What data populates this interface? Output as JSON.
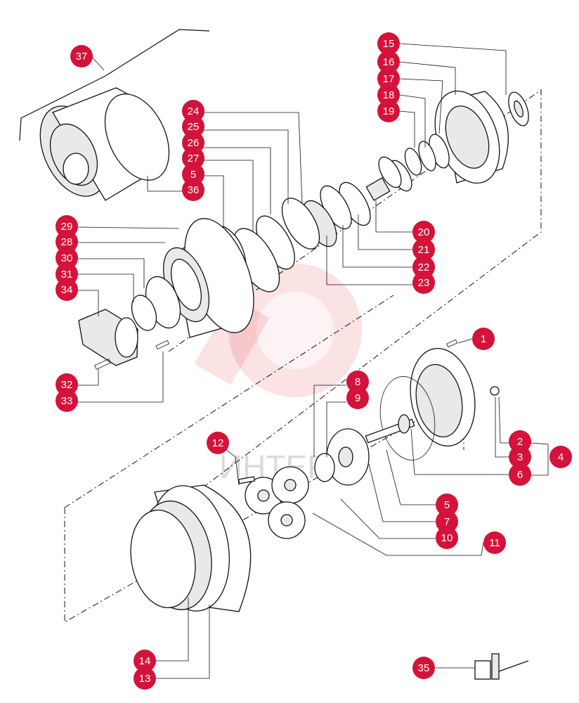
{
  "watermark_text": "ИНТЕР",
  "colors": {
    "badge": "#d4123a",
    "badge_text": "#ffffff",
    "line": "#111111",
    "watermark": "#e0202a"
  },
  "callouts": [
    "37",
    "15",
    "16",
    "17",
    "18",
    "19",
    "24",
    "25",
    "26",
    "27",
    "5",
    "36",
    "29",
    "28",
    "30",
    "31",
    "34",
    "20",
    "21",
    "22",
    "23",
    "32",
    "33",
    "1",
    "8",
    "9",
    "2",
    "3",
    "4",
    "6",
    "12",
    "5",
    "7",
    "10",
    "11",
    "14",
    "13",
    "35"
  ]
}
